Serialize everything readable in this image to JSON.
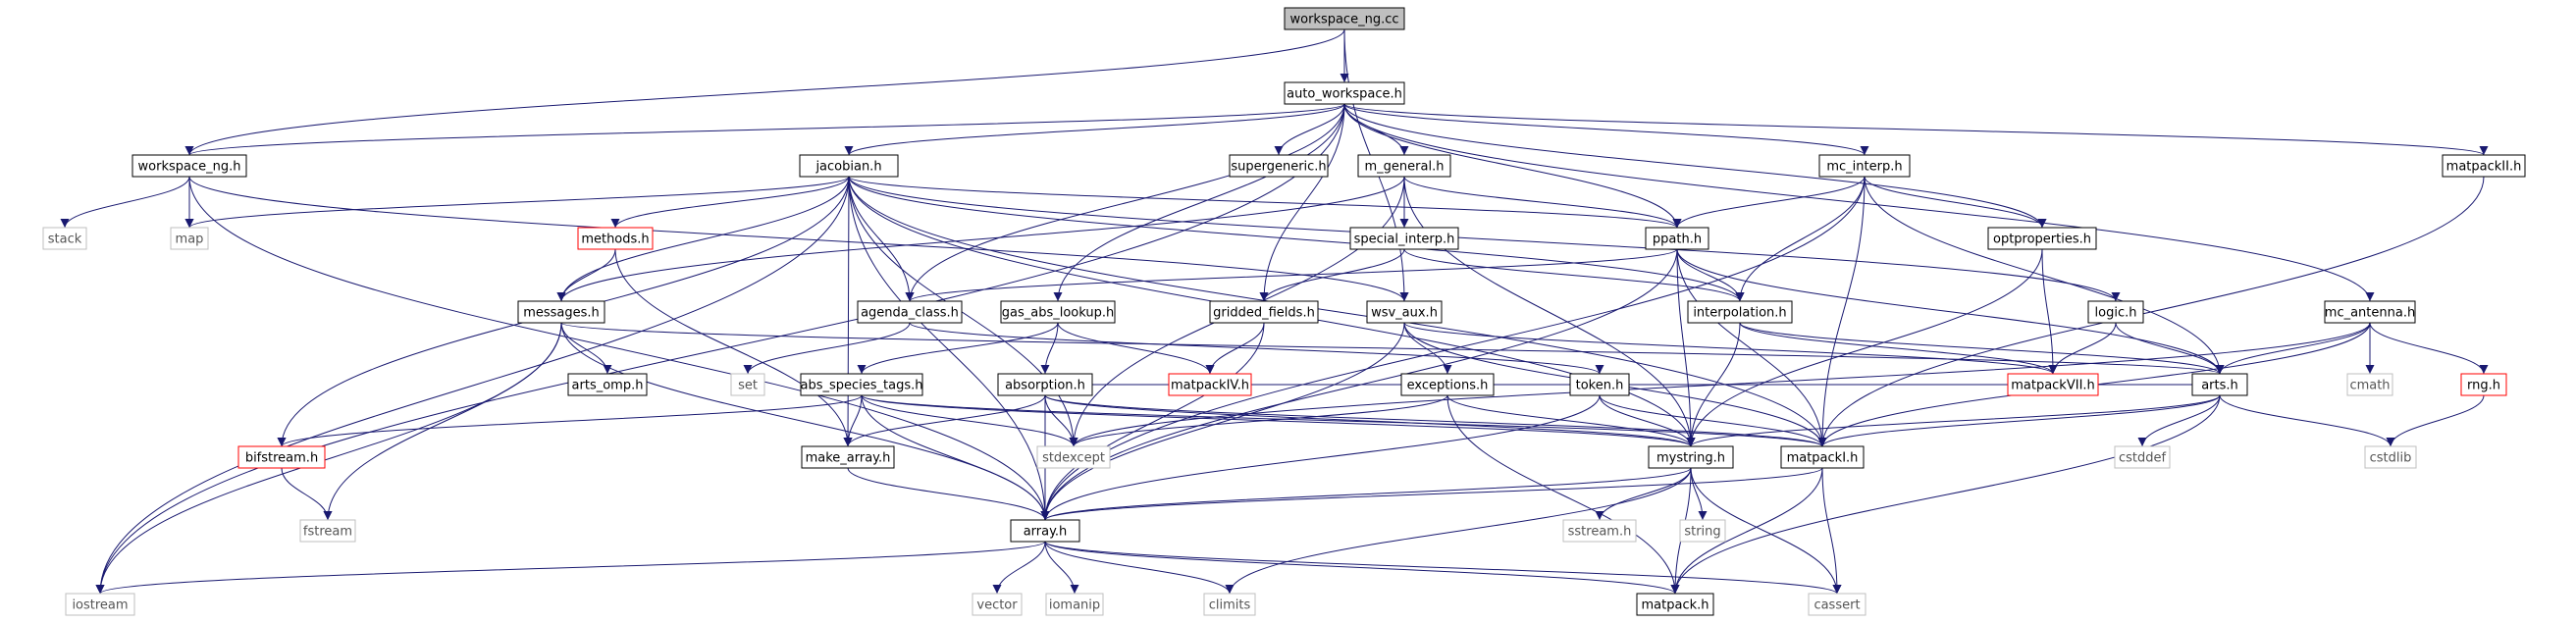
{
  "colors": {
    "edge": "#191970",
    "box_border": "#000000",
    "missing_border": "#ff0000",
    "root_fill": "#bfbfbf",
    "external_border": "#bfbfbf"
  },
  "nodes": {
    "workspace_ng_cc": "workspace_ng.cc",
    "auto_workspace_h": "auto_workspace.h",
    "workspace_ng_h": "workspace_ng.h",
    "jacobian_h": "jacobian.h",
    "supergeneric_h": "supergeneric.h",
    "m_general_h": "m_general.h",
    "mc_interp_h": "mc_interp.h",
    "matpackII_h": "matpackII.h",
    "stack": "stack",
    "map": "map",
    "methods_h": "methods.h",
    "special_interp_h": "special_interp.h",
    "ppath_h": "ppath.h",
    "optproperties_h": "optproperties.h",
    "messages_h": "messages.h",
    "agenda_class_h": "agenda_class.h",
    "gas_abs_lookup_h": "gas_abs_lookup.h",
    "gridded_fields_h": "gridded_fields.h",
    "wsv_aux_h": "wsv_aux.h",
    "interpolation_h": "interpolation.h",
    "logic_h": "logic.h",
    "mc_antenna_h": "mc_antenna.h",
    "set": "set",
    "arts_omp_h": "arts_omp.h",
    "abs_species_tags_h": "abs_species_tags.h",
    "absorption_h": "absorption.h",
    "matpackIV_h": "matpackIV.h",
    "exceptions_h": "exceptions.h",
    "token_h": "token.h",
    "matpackVII_h": "matpackVII.h",
    "arts_h": "arts.h",
    "cmath": "cmath",
    "rng_h": "rng.h",
    "bifstream_h": "bifstream.h",
    "make_array_h": "make_array.h",
    "stdexcept": "stdexcept",
    "mystring_h": "mystring.h",
    "matpackI_h": "matpackI.h",
    "cstddef": "cstddef",
    "cstdlib": "cstdlib",
    "fstream": "fstream",
    "array_h": "array.h",
    "sstream_h": "sstream.h",
    "string": "string",
    "iostream": "iostream",
    "vector": "vector",
    "iomanip": "iomanip",
    "climits": "climits",
    "matpack_h": "matpack.h",
    "cassert": "cassert"
  }
}
